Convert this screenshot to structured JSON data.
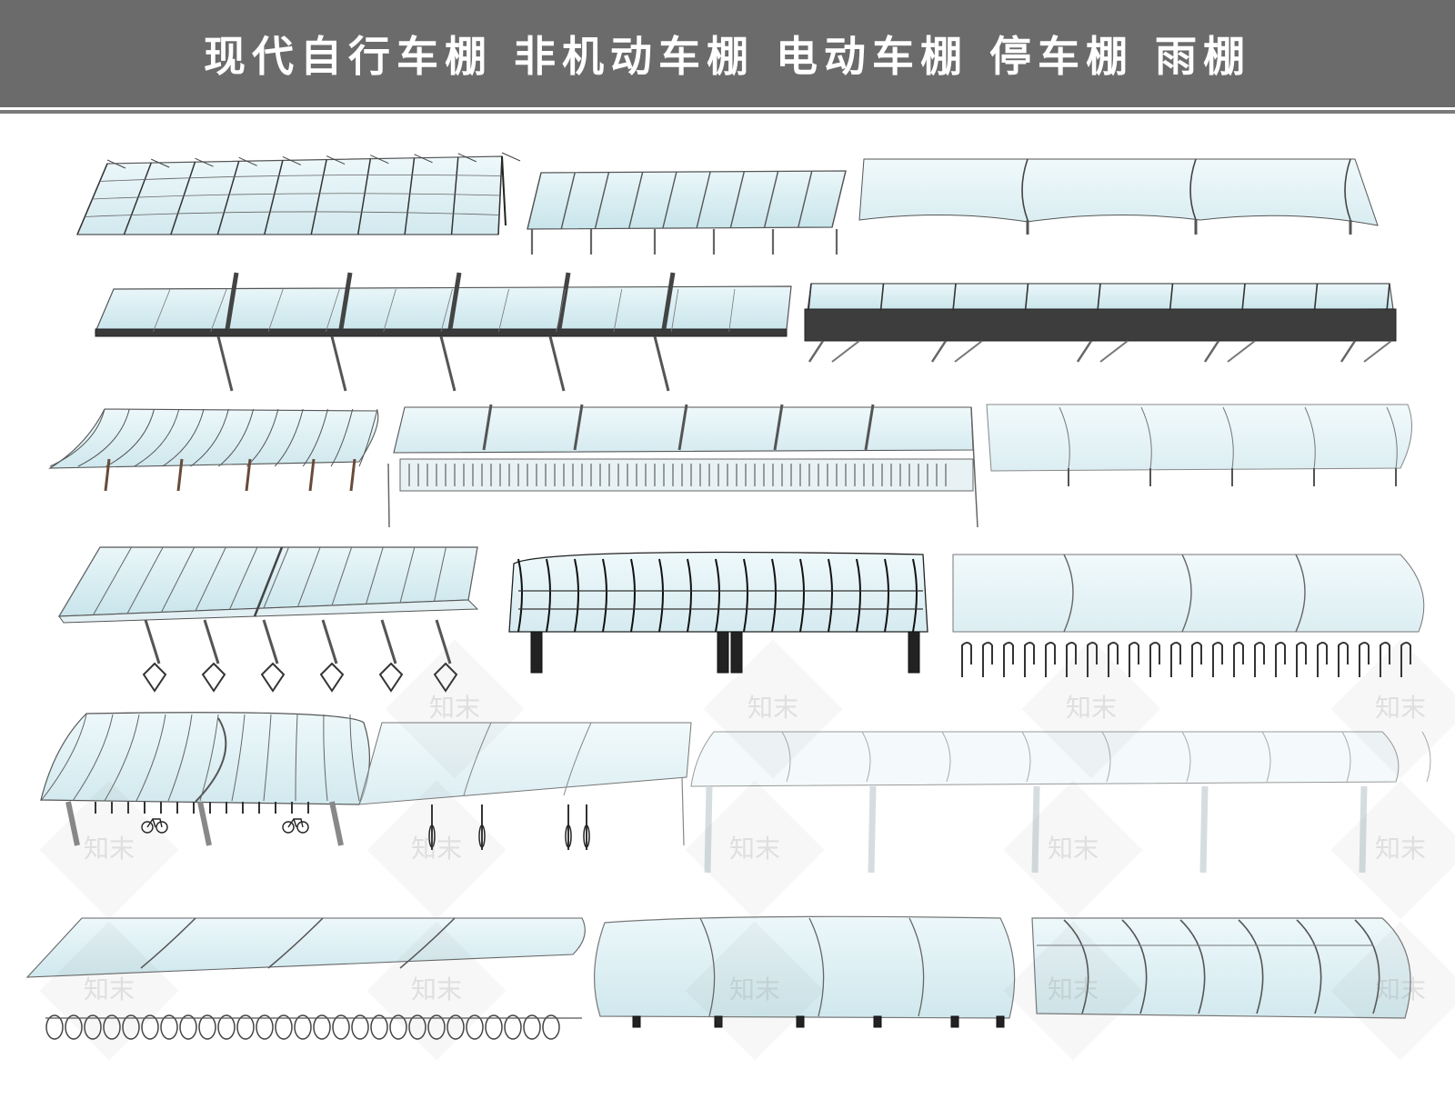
{
  "header": {
    "title": "现代自行车棚 非机动车棚 电动车棚 停车棚 雨棚"
  },
  "watermark": {
    "text": "知末"
  },
  "colors": {
    "banner": "#6b6b6b",
    "glass": "#cfe9f0",
    "frame": "#555555"
  },
  "gallery": {
    "variants": [
      "arched-cable-canopy",
      "flat-pergola-canopy",
      "tensile-membrane-canopy",
      "flat-glass-cantilever",
      "dark-frame-strut-canopy",
      "curved-cantilever-canopy",
      "long-flat-canopy-with-racks",
      "curved-edge-canopy",
      "tilted-panel-canopy",
      "dark-ribbed-barrel-canopy",
      "barrel-canopy-with-racks",
      "curved-canopy-with-bikes",
      "tilted-glass-canopy",
      "white-barrel-canopy",
      "glass-barrel-with-rack-row",
      "glass-tunnel-canopy",
      "segmented-tunnel-canopy"
    ]
  }
}
